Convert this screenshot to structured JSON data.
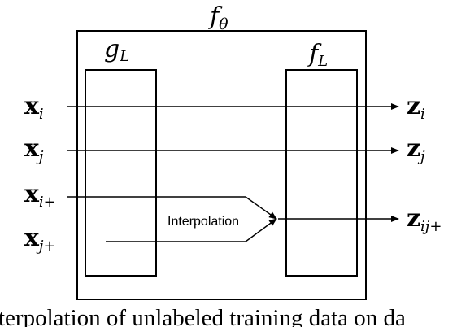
{
  "outer_box": {
    "label": "f",
    "label_sub": "θ"
  },
  "left_block": {
    "label": "g",
    "label_sub": "L"
  },
  "right_block": {
    "label": "f",
    "label_sub": "L"
  },
  "inputs": [
    {
      "var": "x",
      "sub": "i"
    },
    {
      "var": "x",
      "sub": "j"
    },
    {
      "var": "x",
      "sub": "i+"
    },
    {
      "var": "x",
      "sub": "j+"
    }
  ],
  "outputs": [
    {
      "var": "z",
      "sub": "i"
    },
    {
      "var": "z",
      "sub": "j"
    },
    {
      "var": "z",
      "sub": "ij+"
    }
  ],
  "interpolation_label": "Interpolation",
  "caption": "terpolation of unlabeled training data on da"
}
